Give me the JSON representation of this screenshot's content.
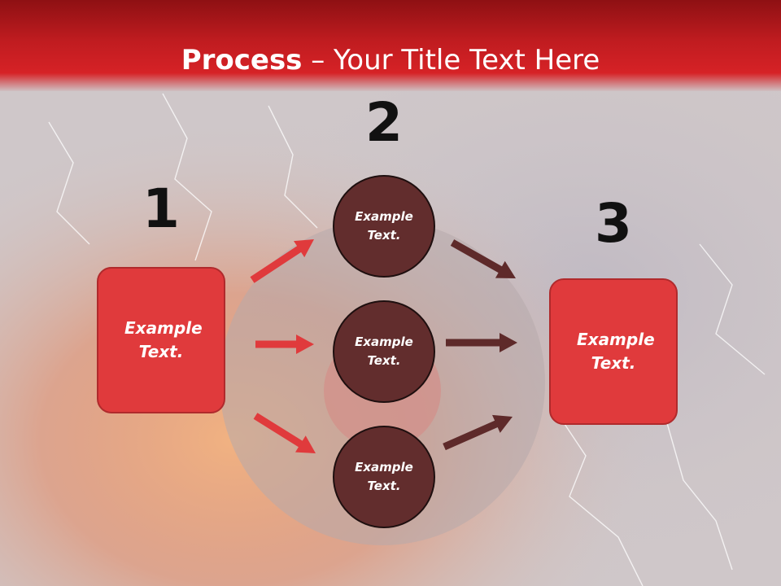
{
  "title": {
    "bold": "Process",
    "rest": " – Your Title Text Here"
  },
  "steps": [
    {
      "number": "1",
      "text": "Example Text."
    },
    {
      "number": "2",
      "items": [
        "Example Text.",
        "Example Text.",
        "Example Text."
      ]
    },
    {
      "number": "3",
      "text": "Example Text."
    }
  ],
  "colors": {
    "header_red": "#c01c20",
    "box_red": "#e03a3c",
    "circle_brown": "#622d2d",
    "arrow_red": "#e03a3c",
    "arrow_brown": "#5e2a2a"
  }
}
